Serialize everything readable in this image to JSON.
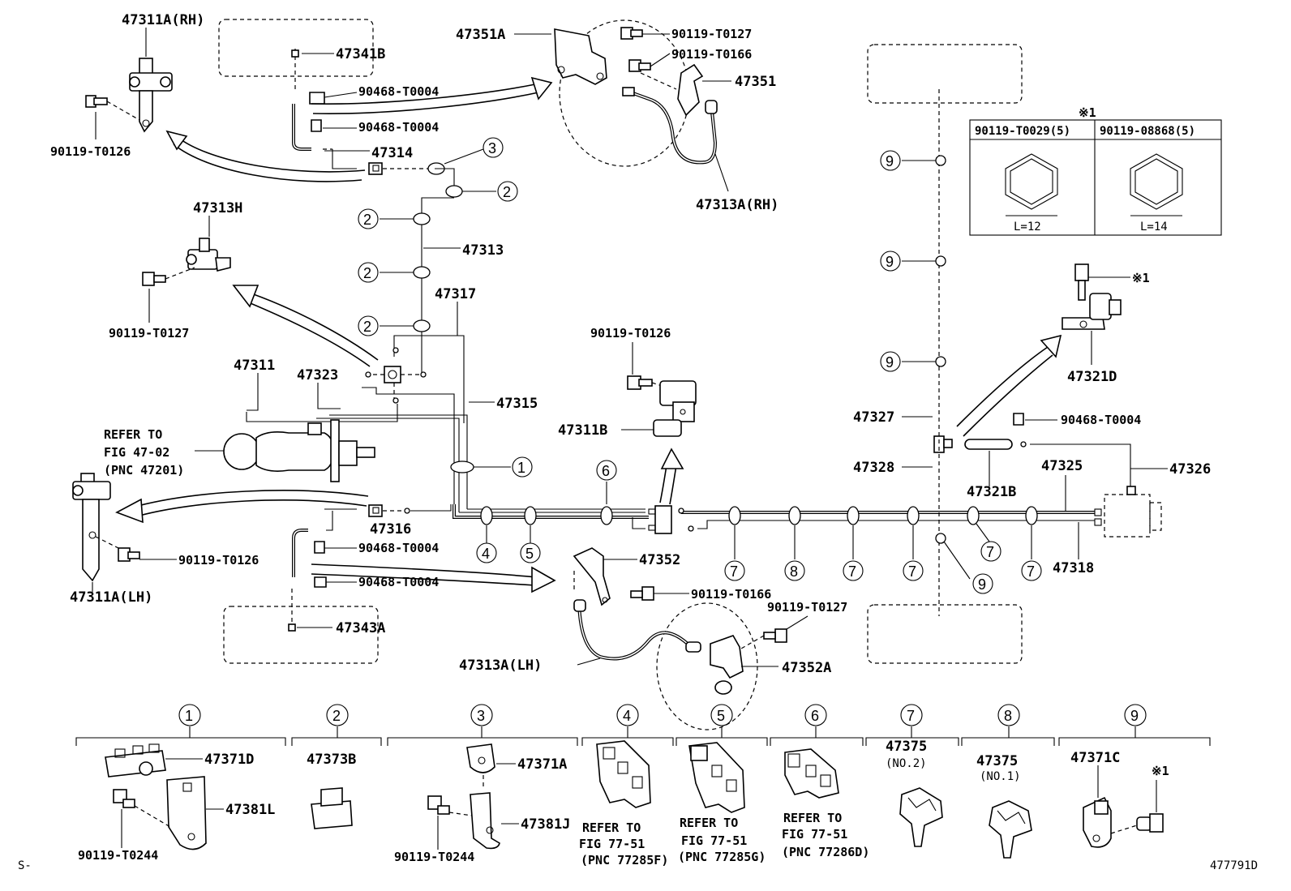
{
  "labels": {
    "p47311A_RH": "47311A(RH)",
    "p47341B": "47341B",
    "p90468_T0004_a": "90468-T0004",
    "p90468_T0004_b": "90468-T0004",
    "p90119_T0126_a": "90119-T0126",
    "p47314": "47314",
    "p47351A": "47351A",
    "p90119_T0127_a": "90119-T0127",
    "p90119_T0166_a": "90119-T0166",
    "p47351": "47351",
    "p47313A_RH": "47313A(RH)",
    "p47313H": "47313H",
    "p90119_T0127_b": "90119-T0127",
    "p47313": "47313",
    "p47317": "47317",
    "p47311": "47311",
    "p47323": "47323",
    "p47315": "47315",
    "refer_a_1": "REFER TO",
    "refer_a_2": "FIG 47-02",
    "refer_a_3": "(PNC 47201)",
    "p90119_T0126_b": "90119-T0126",
    "p47311B": "47311B",
    "p47316": "47316",
    "p90468_T0004_c": "90468-T0004",
    "p90119_T0126_c": "90119-T0126",
    "p90468_T0004_d": "90468-T0004",
    "p47311A_LH": "47311A(LH)",
    "p47343A": "47343A",
    "p47352": "47352",
    "p90119_T0166_b": "90119-T0166",
    "p90119_T0127_c": "90119-T0127",
    "p47313A_LH": "47313A(LH)",
    "p47352A": "47352A",
    "p47327": "47327",
    "p47328": "47328",
    "p90468_T0004_e": "90468-T0004",
    "p47321B": "47321B",
    "p47325": "47325",
    "p47326": "47326",
    "p47318": "47318",
    "p47321D": "47321D",
    "star1": "※1",
    "footer_left": "S-",
    "footer_right": "477791D"
  },
  "callouts": [
    "1",
    "2",
    "3",
    "4",
    "5",
    "6",
    "7",
    "8",
    "9"
  ],
  "bolt_table": {
    "title": "※1",
    "col1": "90119-T0029(5)",
    "col2": "90119-08868(5)",
    "len1": "L=12",
    "len2": "L=14"
  },
  "legend": {
    "g1": {
      "num": "1",
      "a": "47371D",
      "b": "47381L",
      "c": "90119-T0244"
    },
    "g2": {
      "num": "2",
      "a": "47373B"
    },
    "g3": {
      "num": "3",
      "a": "47371A",
      "b": "47381J",
      "c": "90119-T0244"
    },
    "g4": {
      "num": "4",
      "r1": "REFER TO",
      "r2": "FIG 77-51",
      "r3": "(PNC 77285F)"
    },
    "g5": {
      "num": "5",
      "r1": "REFER TO",
      "r2": "FIG 77-51",
      "r3": "(PNC 77285G)"
    },
    "g6": {
      "num": "6",
      "r1": "REFER TO",
      "r2": "FIG 77-51",
      "r3": "(PNC 77286D)"
    },
    "g7": {
      "num": "7",
      "a": "47375",
      "b": "(NO.2)"
    },
    "g8": {
      "num": "8",
      "a": "47375",
      "b": "(NO.1)"
    },
    "g9": {
      "num": "9",
      "a": "47371C",
      "b": "※1"
    }
  }
}
